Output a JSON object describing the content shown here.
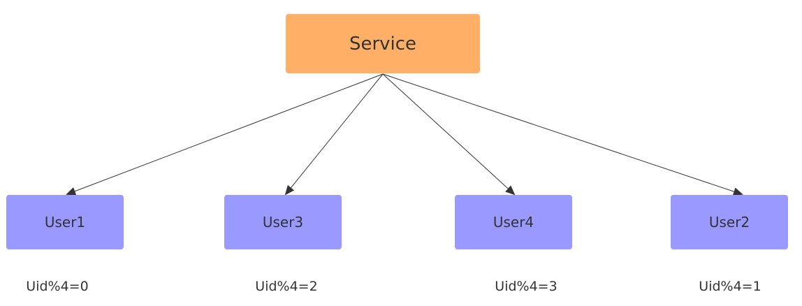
{
  "diagram": {
    "root": {
      "label": "Service",
      "color": "#FFB066"
    },
    "children": [
      {
        "label": "User1",
        "caption": "Uid%4=0",
        "color": "#9999FF"
      },
      {
        "label": "User3",
        "caption": "Uid%4=2",
        "color": "#9999FF"
      },
      {
        "label": "User4",
        "caption": "Uid%4=3",
        "color": "#9999FF"
      },
      {
        "label": "User2",
        "caption": "Uid%4=1",
        "color": "#9999FF"
      }
    ],
    "edge_color": "#333333"
  }
}
